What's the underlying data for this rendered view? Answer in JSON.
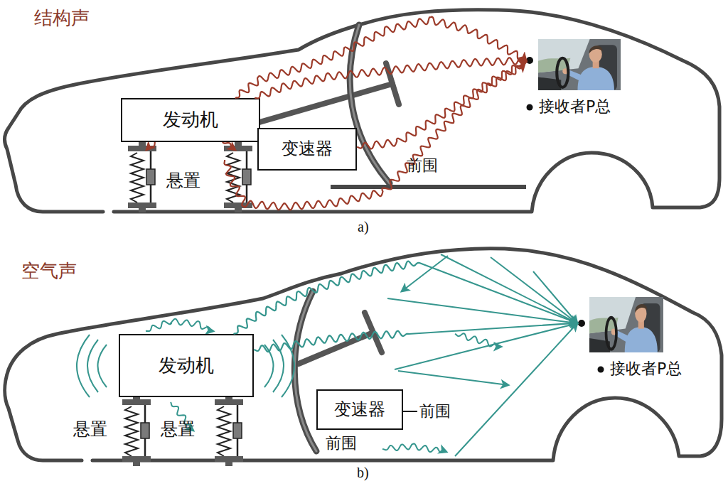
{
  "diagram": {
    "nodes": [
      {
        "text": [
          "发动机"
        ]
      },
      {
        "text": [
          "变速器"
        ]
      },
      {
        "text": [
          "接收者P总"
        ]
      },
      {
        "text": [
          "发动机"
        ]
      },
      {
        "text": [
          "变速器"
        ]
      },
      {
        "text": [
          "接收者P总"
        ]
      }
    ],
    "edges": [
      {
        "from": 0,
        "to": 2,
        "arrow": "to"
      },
      {
        "from": 0,
        "to": 2,
        "arrow": "to"
      },
      {
        "from": 1,
        "to": 2,
        "arrow": "to"
      },
      {
        "from": 3,
        "to": 5,
        "arrow": "to"
      },
      {
        "from": 3,
        "to": 5,
        "arrow": "to"
      }
    ],
    "labels": [
      "结构声",
      "悬置",
      "前围",
      "a)",
      "空气声",
      "悬置",
      "悬置",
      "前围",
      "前围",
      "b)"
    ]
  }
}
